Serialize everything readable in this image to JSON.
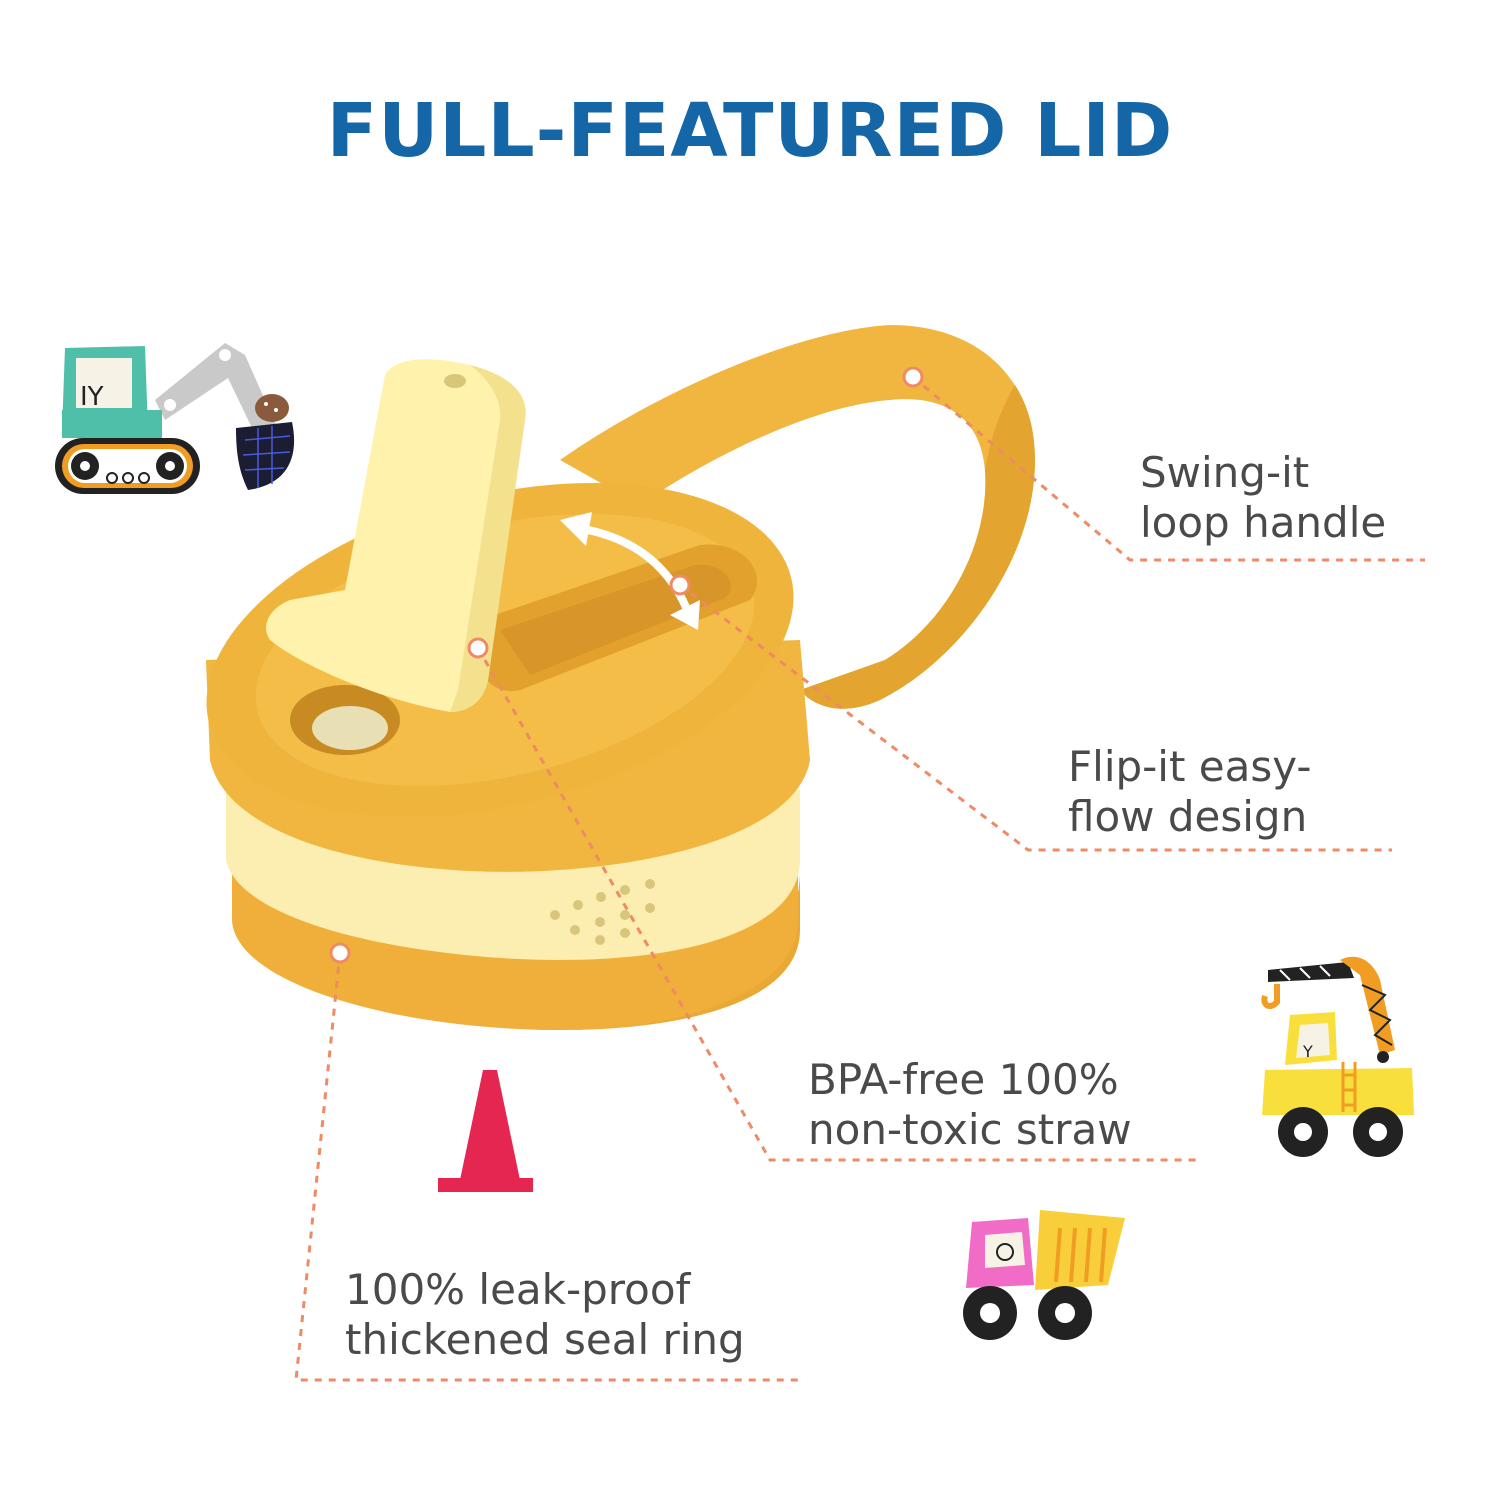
{
  "title": "FULL-FEATURED LID",
  "callouts": {
    "handle": [
      "Swing-it",
      "loop handle"
    ],
    "flip": [
      "Flip-it easy-",
      "flow design"
    ],
    "straw": [
      "BPA-free 100%",
      "non-toxic straw"
    ],
    "seal": [
      "100% leak-proof",
      "thickened seal ring"
    ]
  },
  "colors": {
    "title": "#1566a6",
    "lid_orange": "#f0b63f",
    "lid_dark": "#dc9a22",
    "seal_cream": "#fbeeb0",
    "straw_yellow": "#fff3b0",
    "leader_line": "#ef8a64",
    "cone_red": "#e52650"
  },
  "icons": [
    "excavator-icon",
    "crane-truck-icon",
    "dump-truck-icon",
    "traffic-cone-icon"
  ]
}
